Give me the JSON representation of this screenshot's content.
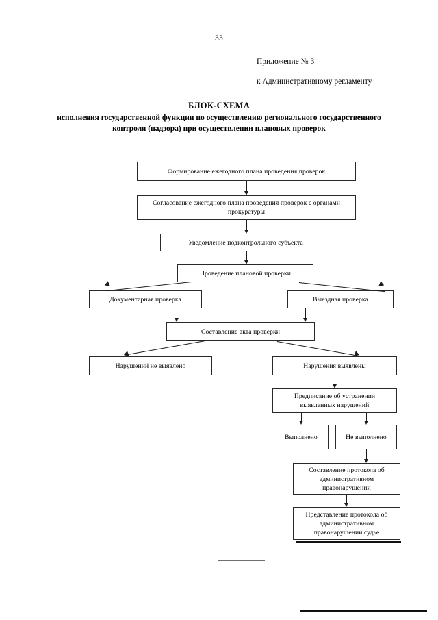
{
  "document": {
    "page_number": "33",
    "appendix_number": "Приложение № 3",
    "appendix_regulation": "к Административному регламенту",
    "title": "БЛОК-СХЕМА",
    "subtitle": "исполнения государственной функции по осуществлению регионального государственного контроля (надзора) при осуществлении плановых проверок"
  },
  "chart_data": {
    "type": "diagram",
    "title": "БЛОК-СХЕМА",
    "nodes": [
      {
        "id": "n1",
        "label": "Формирование ежегодного плана проведения проверок"
      },
      {
        "id": "n2",
        "label": "Согласование ежегодного плана проведения проверок с органами прокуратуры"
      },
      {
        "id": "n3",
        "label": "Уведомление подконтрольного субъекта"
      },
      {
        "id": "n4",
        "label": "Проведение плановой проверки"
      },
      {
        "id": "n5",
        "label": "Документарная проверка"
      },
      {
        "id": "n6",
        "label": "Выездная проверка"
      },
      {
        "id": "n7",
        "label": "Составление акта проверки"
      },
      {
        "id": "n8",
        "label": "Нарушений не выявлено"
      },
      {
        "id": "n9",
        "label": "Нарушения выявлены"
      },
      {
        "id": "n10",
        "label": "Предписание об устранении выявленных нарушений"
      },
      {
        "id": "n11",
        "label": "Выполнено"
      },
      {
        "id": "n12",
        "label": "Не выполнено"
      },
      {
        "id": "n13",
        "label": "Составление протокола об административном правонарушении"
      },
      {
        "id": "n14",
        "label": "Представление протокола об административном правонарушении судье"
      }
    ],
    "edges": [
      {
        "from": "n1",
        "to": "n2"
      },
      {
        "from": "n2",
        "to": "n3"
      },
      {
        "from": "n3",
        "to": "n4"
      },
      {
        "from": "n4",
        "to": "n5"
      },
      {
        "from": "n4",
        "to": "n6"
      },
      {
        "from": "n5",
        "to": "n7"
      },
      {
        "from": "n6",
        "to": "n7"
      },
      {
        "from": "n7",
        "to": "n8"
      },
      {
        "from": "n7",
        "to": "n9"
      },
      {
        "from": "n9",
        "to": "n10"
      },
      {
        "from": "n10",
        "to": "n11"
      },
      {
        "from": "n10",
        "to": "n12"
      },
      {
        "from": "n12",
        "to": "n13"
      },
      {
        "from": "n13",
        "to": "n14"
      }
    ]
  }
}
